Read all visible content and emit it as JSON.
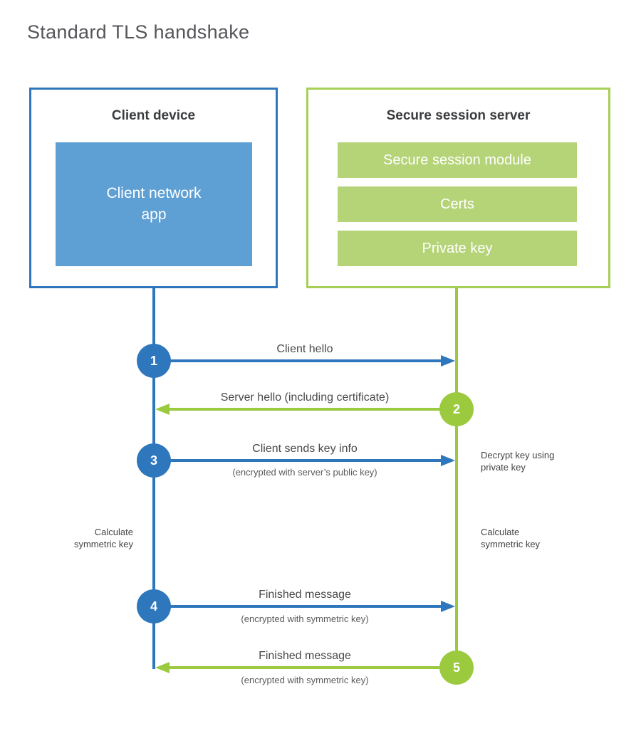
{
  "title": "Standard TLS handshake",
  "palette": {
    "blue": "#2e77bd",
    "blue_fill": "#5e9fd4",
    "green": "#9bca3f",
    "green_border": "#a6d055",
    "green_fill": "#b5d377",
    "heading_text": "#3b3c3e",
    "label_text": "#48494b",
    "sub_text": "#5a5a5c",
    "title_text": "#55565a"
  },
  "client": {
    "heading": "Client device",
    "app_label": "Client network\napp"
  },
  "server": {
    "heading": "Secure session server",
    "modules": [
      "Secure session module",
      "Certs",
      "Private key"
    ]
  },
  "steps": [
    {
      "num": "1",
      "label": "Client hello",
      "sub": "",
      "direction": "right",
      "actor": "client"
    },
    {
      "num": "2",
      "label": "Server hello (including certificate)",
      "sub": "",
      "direction": "left",
      "actor": "server"
    },
    {
      "num": "3",
      "label": "Client sends key info",
      "sub": "(encrypted with server’s public key)",
      "direction": "right",
      "actor": "client"
    },
    {
      "num": "4",
      "label": "Finished message",
      "sub": "(encrypted with symmetric key)",
      "direction": "right",
      "actor": "client"
    },
    {
      "num": "5",
      "label": "Finished message",
      "sub": "(encrypted with symmetric key)",
      "direction": "left",
      "actor": "server"
    }
  ],
  "notes": {
    "decrypt": "Decrypt key using\nprivate key",
    "calculate_left": "Calculate\nsymmetric key",
    "calculate_right": "Calculate\nsymmetric key"
  }
}
